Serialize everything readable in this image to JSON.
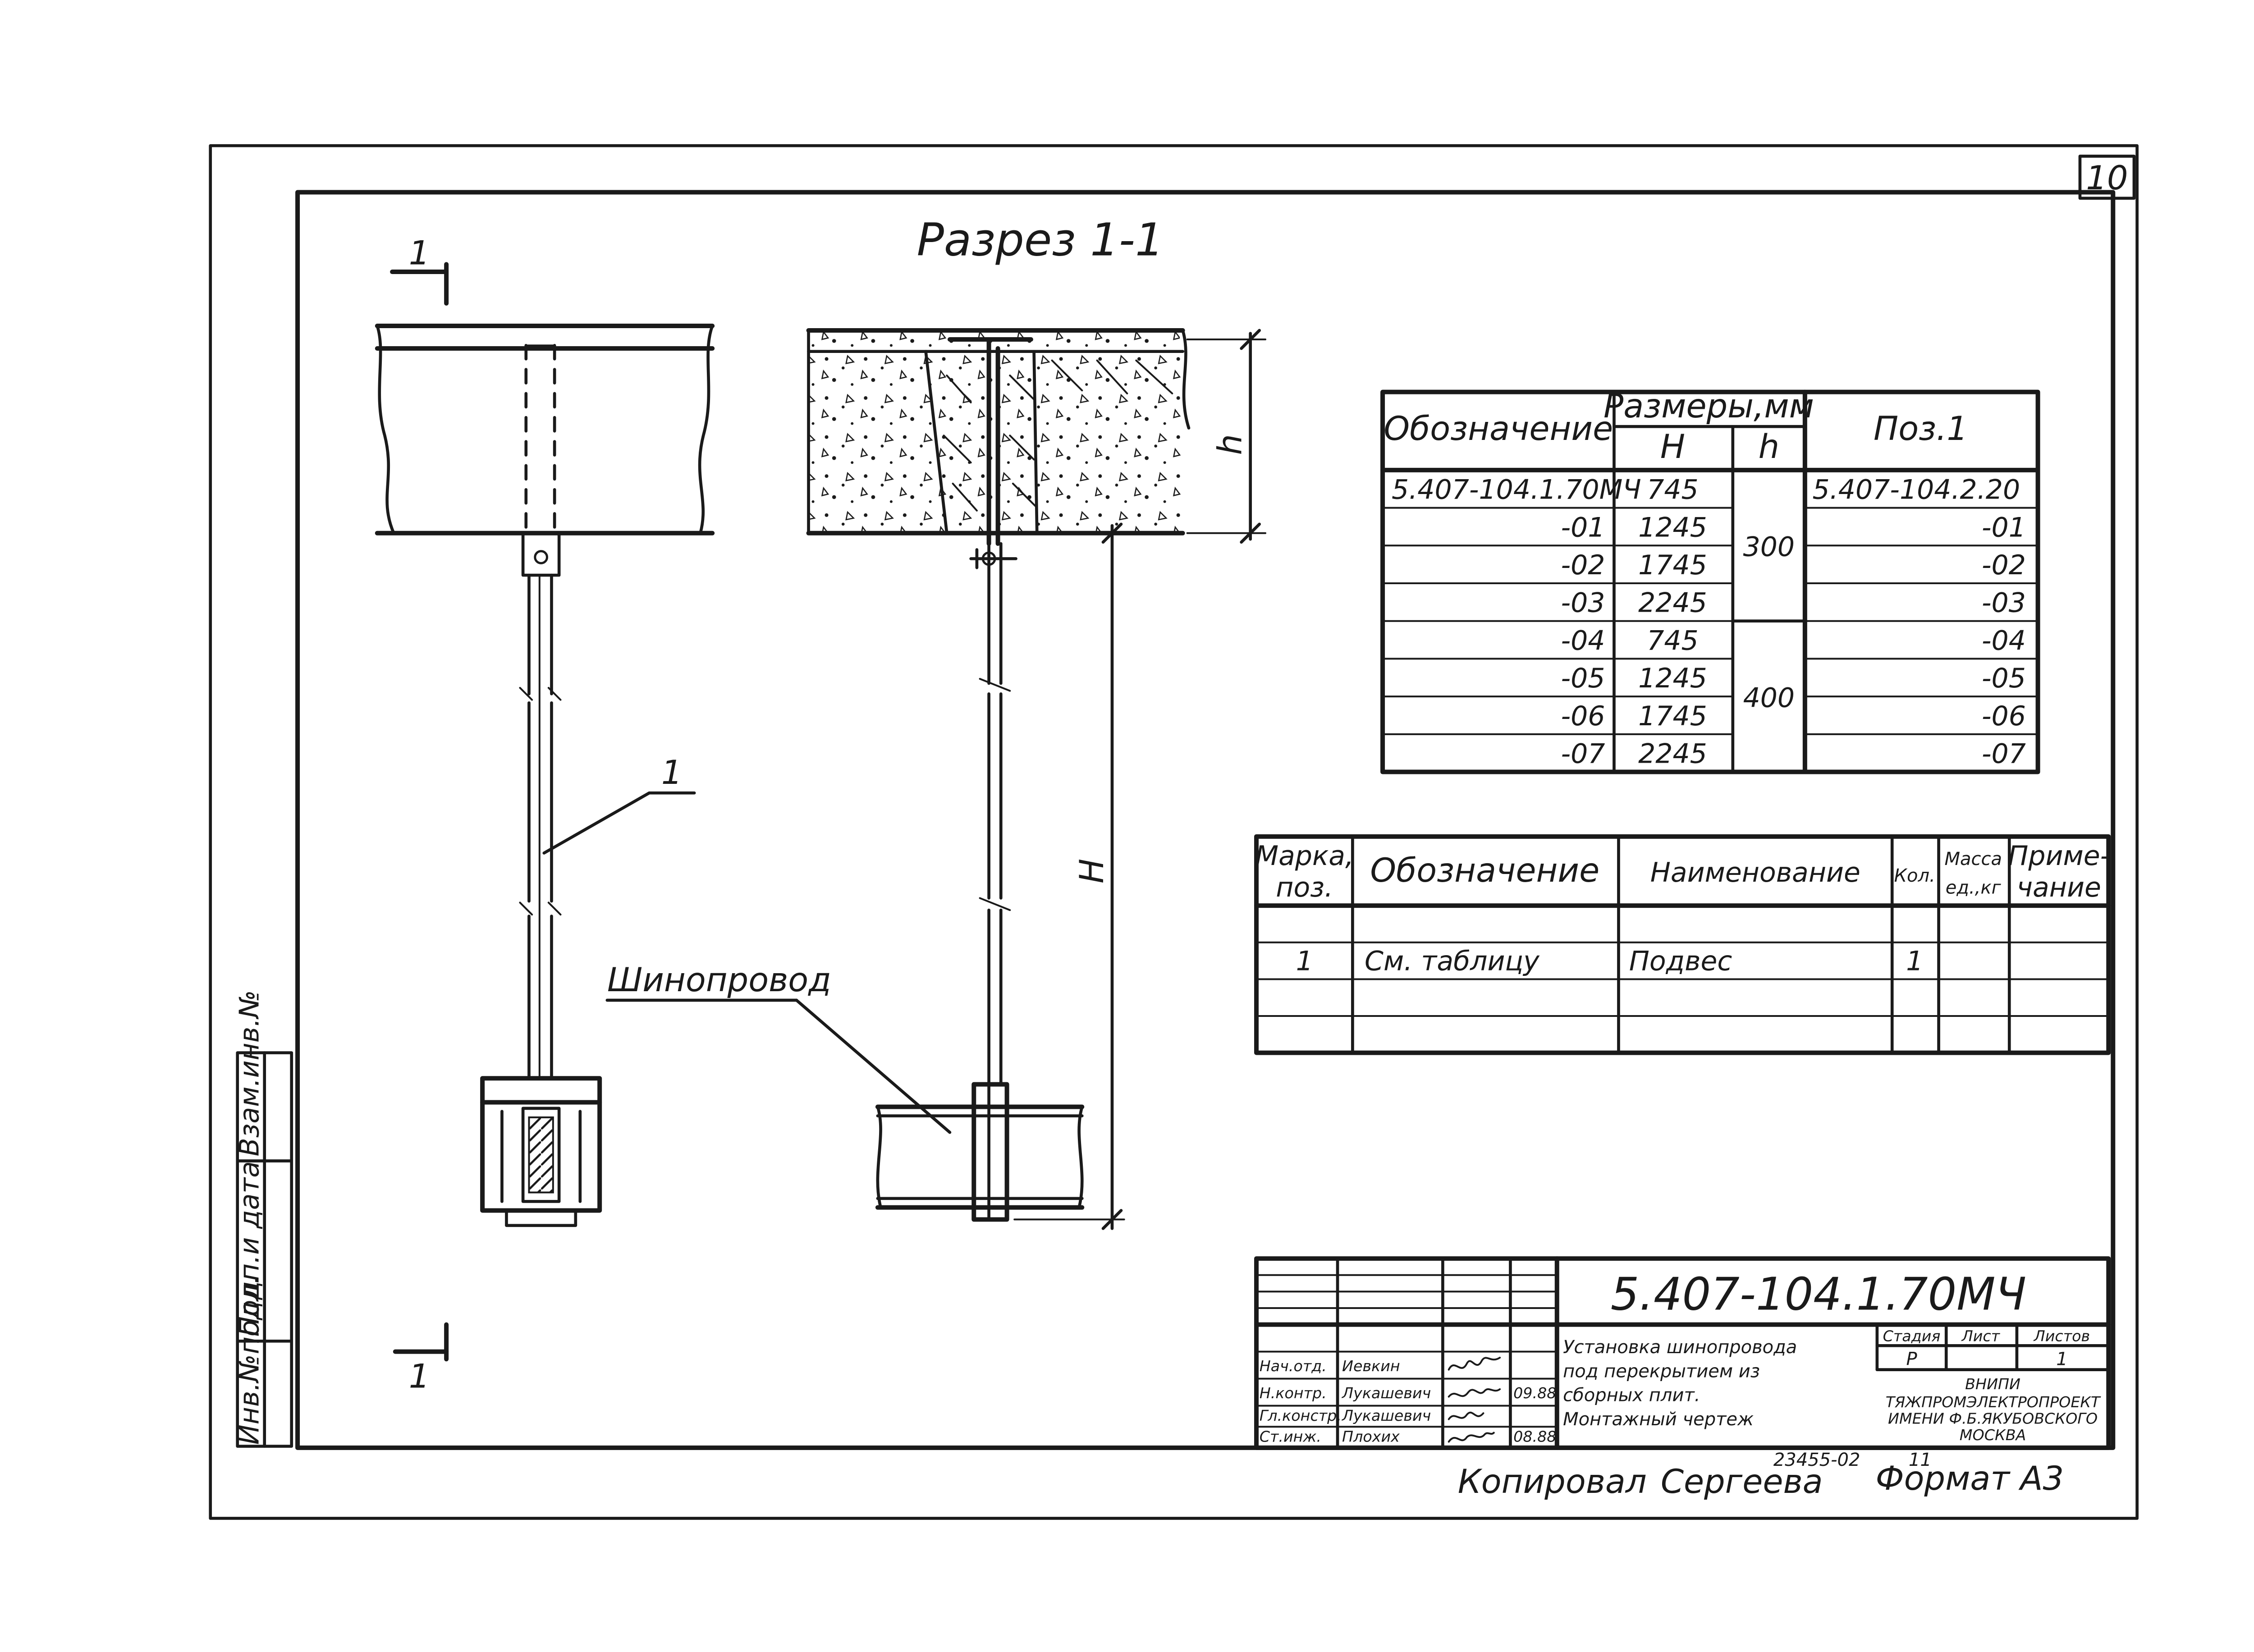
{
  "sheet_number": "10",
  "section_title": "Разрез 1-1",
  "section_mark": "1",
  "position_label": "1",
  "busbar_label": "Шинопровод",
  "dim_h": "h",
  "dim_H": "H",
  "dim_table": {
    "header": {
      "designation": "Обозначение",
      "sizes": "Размеры,мм",
      "col_H": "H",
      "col_h": "h",
      "pos": "Поз.1"
    },
    "rows": [
      {
        "designation": "5.407-104.1.70МЧ",
        "H": "745",
        "pos": "5.407-104.2.20"
      },
      {
        "designation": "-01",
        "H": "1245",
        "pos": "-01"
      },
      {
        "designation": "-02",
        "H": "1745",
        "pos": "-02"
      },
      {
        "designation": "-03",
        "H": "2245",
        "pos": "-03"
      },
      {
        "designation": "-04",
        "H": "745",
        "pos": "-04"
      },
      {
        "designation": "-05",
        "H": "1245",
        "pos": "-05"
      },
      {
        "designation": "-06",
        "H": "1745",
        "pos": "-06"
      },
      {
        "designation": "-07",
        "H": "2245",
        "pos": "-07"
      }
    ],
    "h_groups": [
      {
        "value": "300",
        "rows": 4
      },
      {
        "value": "400",
        "rows": 4
      }
    ]
  },
  "spec_table": {
    "header": {
      "mark_line1": "Марка,",
      "mark_line2": "поз.",
      "designation": "Обозначение",
      "name": "Наименование",
      "qty": "Кол.",
      "mass_line1": "Масса",
      "mass_line2": "ед.,кг",
      "note_line1": "Приме-",
      "note_line2": "чание"
    },
    "rows": [
      {
        "mark": "",
        "designation": "",
        "name": "",
        "qty": "",
        "mass": "",
        "note": ""
      },
      {
        "mark": "1",
        "designation": "См. таблицу",
        "name": "Подвес",
        "qty": "1",
        "mass": "",
        "note": ""
      },
      {
        "mark": "",
        "designation": "",
        "name": "",
        "qty": "",
        "mass": "",
        "note": ""
      },
      {
        "mark": "",
        "designation": "",
        "name": "",
        "qty": "",
        "mass": "",
        "note": ""
      }
    ]
  },
  "title_block": {
    "doc_code": "5.407-104.1.70МЧ",
    "title_lines": [
      "Установка шинопровода",
      "под перекрытием из",
      "сборных плит.",
      "Монтажный чертеж"
    ],
    "stage_label": "Стадия",
    "sheet_label": "Лист",
    "sheets_label": "Листов",
    "stage_value": "Р",
    "sheets_value": "1",
    "org_lines": [
      "ВНИПИ",
      "ТЯЖПРОМЭЛЕКТРОПРОЕКТ",
      "ИМЕНИ Ф.Б.ЯКУБОВСКОГО",
      "МОСКВА"
    ],
    "signatures": [
      {
        "role": "Нач.отд.",
        "name": "Иевкин",
        "date": ""
      },
      {
        "role": "Н.контр.",
        "name": "Лукашевич",
        "date": "09.88"
      },
      {
        "role": "Гл.констр.",
        "name": "Лукашевич",
        "date": ""
      },
      {
        "role": "Ст.инж.",
        "name": "Плохих",
        "date": "08.88"
      }
    ]
  },
  "side_stamp": [
    "Инв.№подл.",
    "Подп.и дата",
    "Взам.инв.№"
  ],
  "footer": {
    "archive_no": "23455-02",
    "archive_sheet": "11",
    "copied": "Копировал",
    "copier": "Сергеева",
    "format": "Формат А3"
  },
  "colors": {
    "ink": "#1a1a1a",
    "paper": "#ffffff"
  }
}
